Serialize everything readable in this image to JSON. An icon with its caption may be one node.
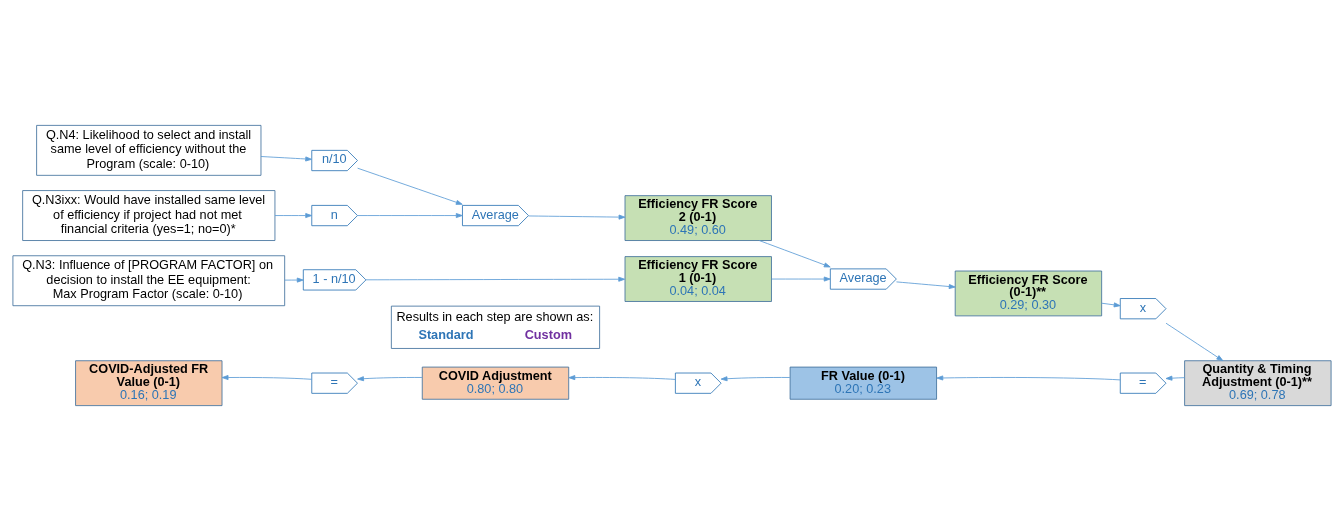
{
  "diagram": {
    "nodes": [
      {
        "text": [
          "Q.N3: Influence of [PROGRAM FACTOR] on decision to install the EE equipment: Max Program Factor (scale: 0-10)"
        ]
      },
      {
        "text": [
          "Q.N4: Likelihood to select and install same level of efficiency without the Program (scale: 0-10)"
        ]
      },
      {
        "text": [
          "Q.N3ixx: Would have installed same level of efficiency if project had not met financial criteria (yes=1; no=0)*"
        ]
      },
      {
        "text": [
          "1 - n/10"
        ]
      },
      {
        "text": [
          "n/10"
        ]
      },
      {
        "text": [
          "n"
        ]
      },
      {
        "text": [
          "Average"
        ]
      },
      {
        "text": [
          "Efficiency FR Score 1 (0-1)",
          "0.04; 0.04"
        ]
      },
      {
        "text": [
          "Efficiency FR Score 2 (0-1)",
          "0.49; 0.60"
        ]
      },
      {
        "text": [
          "Average"
        ]
      },
      {
        "text": [
          "Efficiency FR Score (0-1)**",
          "0.29; 0.30"
        ]
      },
      {
        "text": [
          "x"
        ]
      },
      {
        "text": [
          "Quantity & Timing Adjustment (0-1)**",
          "0.69; 0.78"
        ]
      },
      {
        "text": [
          "="
        ]
      },
      {
        "text": [
          "FR Value (0-1)",
          "0.20; 0.23"
        ]
      },
      {
        "text": [
          "x"
        ]
      },
      {
        "text": [
          "COVID Adjustment",
          "0.80; 0.80"
        ]
      },
      {
        "text": [
          "="
        ]
      },
      {
        "text": [
          "COVID-Adjusted FR Value (0-1)",
          "0.16; 0.19"
        ]
      }
    ],
    "edges": [
      {
        "from": 0,
        "to": 3,
        "arrow": "to"
      },
      {
        "from": 3,
        "to": 7,
        "arrow": "to"
      },
      {
        "from": 1,
        "to": 4,
        "arrow": "to"
      },
      {
        "from": 2,
        "to": 5,
        "arrow": "to"
      },
      {
        "from": 4,
        "to": 6,
        "arrow": "to"
      },
      {
        "from": 5,
        "to": 6,
        "arrow": "to"
      },
      {
        "from": 6,
        "to": 8,
        "arrow": "to"
      },
      {
        "from": 7,
        "to": 9,
        "arrow": "to"
      },
      {
        "from": 8,
        "to": 9,
        "arrow": "to"
      },
      {
        "from": 9,
        "to": 10,
        "arrow": "to"
      },
      {
        "from": 10,
        "to": 11,
        "arrow": "to"
      },
      {
        "from": 11,
        "to": 12,
        "arrow": "to"
      },
      {
        "from": 12,
        "to": 13,
        "arrow": "to"
      },
      {
        "from": 13,
        "to": 14,
        "arrow": "to"
      },
      {
        "from": 14,
        "to": 15,
        "arrow": "to"
      },
      {
        "from": 15,
        "to": 16,
        "arrow": "to"
      },
      {
        "from": 16,
        "to": 17,
        "arrow": "to"
      },
      {
        "from": 17,
        "to": 18,
        "arrow": "to"
      }
    ],
    "labels": [
      "Results in each step are shown as:"
    ],
    "legend": [
      {
        "text": "Standard",
        "color": "#2e75b6"
      },
      {
        "text": "Custom",
        "color": "#7030a0"
      }
    ]
  }
}
